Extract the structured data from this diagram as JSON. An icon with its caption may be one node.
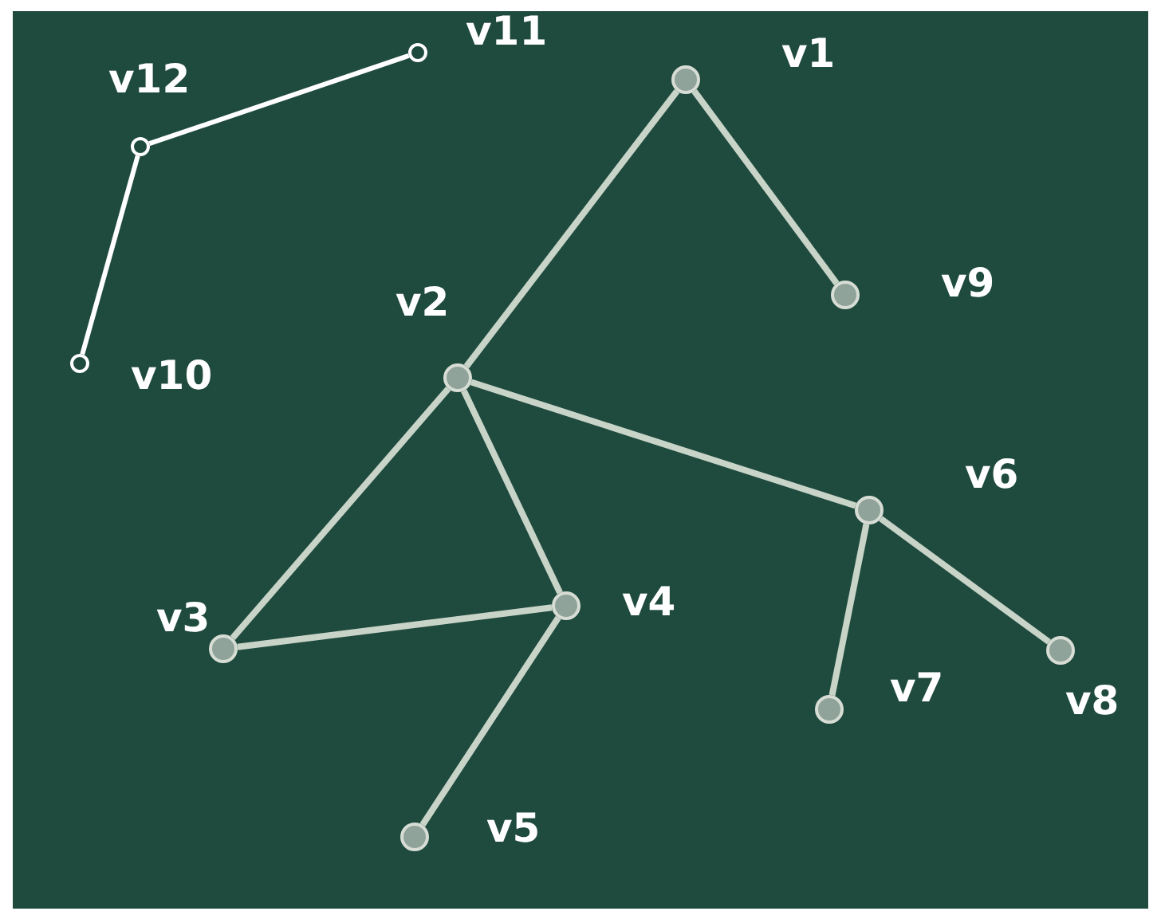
{
  "diagram": {
    "nodes": [
      {
        "text": [],
        "shape": "circle",
        "beside": [
          "v1"
        ]
      },
      {
        "text": [],
        "shape": "circle",
        "beside": [
          "v2"
        ]
      },
      {
        "text": [],
        "shape": "circle",
        "beside": [
          "v3"
        ]
      },
      {
        "text": [],
        "shape": "circle",
        "beside": [
          "v4"
        ]
      },
      {
        "text": [],
        "shape": "circle",
        "beside": [
          "v5"
        ]
      },
      {
        "text": [],
        "shape": "circle",
        "beside": [
          "v6"
        ]
      },
      {
        "text": [],
        "shape": "circle",
        "beside": [
          "v7"
        ]
      },
      {
        "text": [],
        "shape": "circle",
        "beside": [
          "v8"
        ]
      },
      {
        "text": [],
        "shape": "circle",
        "beside": [
          "v9"
        ]
      },
      {
        "text": [],
        "shape": "circle",
        "beside": [
          "v10"
        ]
      },
      {
        "text": [],
        "shape": "circle",
        "beside": [
          "v11"
        ]
      },
      {
        "text": [],
        "shape": "circle",
        "beside": [
          "v12"
        ]
      }
    ],
    "edges": [
      {
        "from": 0,
        "to": 1,
        "arrow": "none"
      },
      {
        "from": 0,
        "to": 8,
        "arrow": "none"
      },
      {
        "from": 1,
        "to": 2,
        "arrow": "none"
      },
      {
        "from": 1,
        "to": 3,
        "arrow": "none"
      },
      {
        "from": 1,
        "to": 5,
        "arrow": "none"
      },
      {
        "from": 2,
        "to": 3,
        "arrow": "none"
      },
      {
        "from": 3,
        "to": 4,
        "arrow": "none"
      },
      {
        "from": 5,
        "to": 6,
        "arrow": "none"
      },
      {
        "from": 5,
        "to": 7,
        "arrow": "none"
      },
      {
        "from": 11,
        "to": 10,
        "arrow": "none",
        "color": "#ffffff"
      },
      {
        "from": 11,
        "to": 9,
        "arrow": "none",
        "color": "#ffffff"
      }
    ]
  }
}
